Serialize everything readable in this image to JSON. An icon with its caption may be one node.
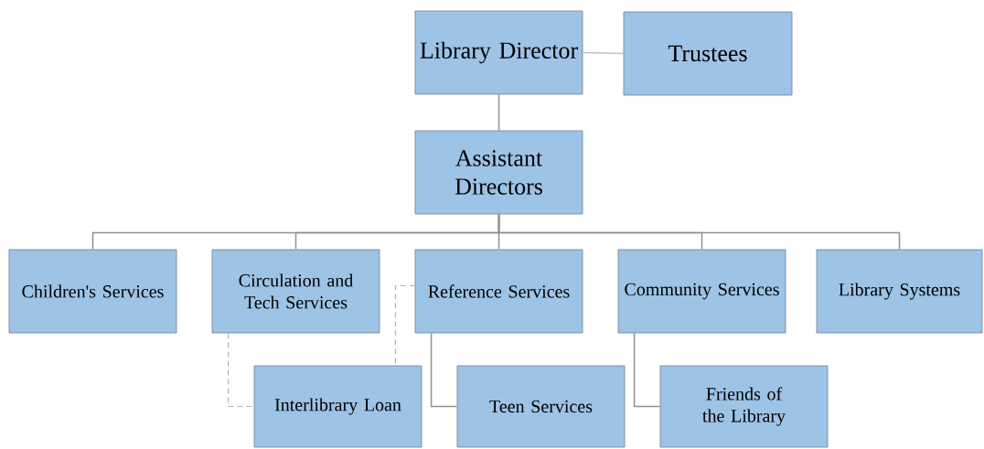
{
  "diagram": {
    "nodes": [
      {
        "text": [
          "Library Director"
        ]
      },
      {
        "text": [
          "Trustees"
        ]
      },
      {
        "text": [
          "Assistant Directors"
        ]
      },
      {
        "text": [
          "Children's Services"
        ]
      },
      {
        "text": [
          "Circulation and Tech Services"
        ]
      },
      {
        "text": [
          "Reference Services"
        ]
      },
      {
        "text": [
          "Community Services"
        ]
      },
      {
        "text": [
          "Library Systems"
        ]
      },
      {
        "text": [
          "Interlibrary Loan"
        ]
      },
      {
        "text": [
          "Teen Services"
        ]
      },
      {
        "text": [
          "Friends of the Library"
        ]
      }
    ],
    "edges": [
      {
        "from": 0,
        "to": 1,
        "arrow": "none",
        "color": "#c0c0c0"
      },
      {
        "from": 0,
        "to": 2,
        "arrow": "none"
      },
      {
        "from": 2,
        "to": 3,
        "arrow": "none"
      },
      {
        "from": 2,
        "to": 4,
        "arrow": "none"
      },
      {
        "from": 2,
        "to": 5,
        "arrow": "none"
      },
      {
        "from": 2,
        "to": 6,
        "arrow": "none"
      },
      {
        "from": 2,
        "to": 7,
        "arrow": "none"
      },
      {
        "from": 4,
        "to": 8,
        "arrow": "none",
        "style": "dashed",
        "color": "#b4b4b4"
      },
      {
        "from": 5,
        "to": 8,
        "arrow": "none",
        "style": "dashed",
        "color": "#b4b4b4"
      },
      {
        "from": 5,
        "to": 9,
        "arrow": "none"
      },
      {
        "from": 6,
        "to": 10,
        "arrow": "none"
      }
    ]
  }
}
